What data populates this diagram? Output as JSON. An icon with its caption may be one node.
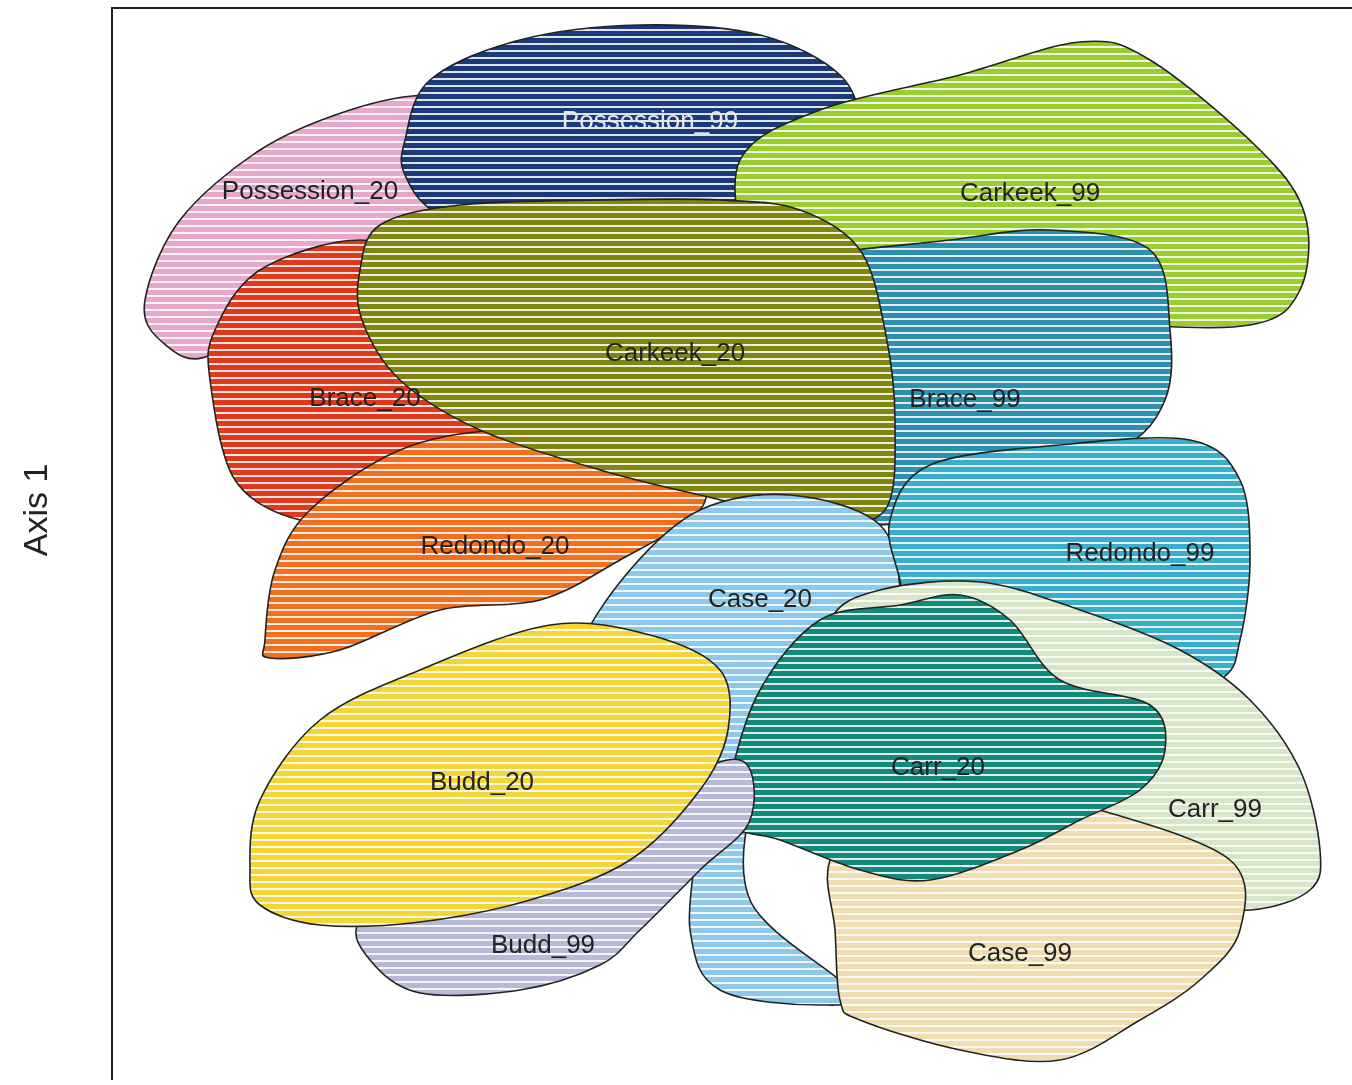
{
  "diagram": {
    "nodes": [
      {
        "text": [
          "Possession_99"
        ]
      },
      {
        "text": [
          "Possession_20"
        ]
      },
      {
        "text": [
          "Carkeek_99"
        ]
      },
      {
        "text": [
          "Carkeek_20"
        ]
      },
      {
        "text": [
          "Brace_20"
        ]
      },
      {
        "text": [
          "Brace_99"
        ]
      },
      {
        "text": [
          "Redondo_20"
        ]
      },
      {
        "text": [
          "Redondo_99"
        ]
      },
      {
        "text": [
          "Case_20"
        ]
      },
      {
        "text": [
          "Carr_20"
        ]
      },
      {
        "text": [
          "Budd_20"
        ]
      },
      {
        "text": [
          "Carr_99"
        ]
      },
      {
        "text": [
          "Budd_99"
        ]
      },
      {
        "text": [
          "Case_99"
        ]
      }
    ],
    "labels": [
      "Axis 1"
    ]
  }
}
